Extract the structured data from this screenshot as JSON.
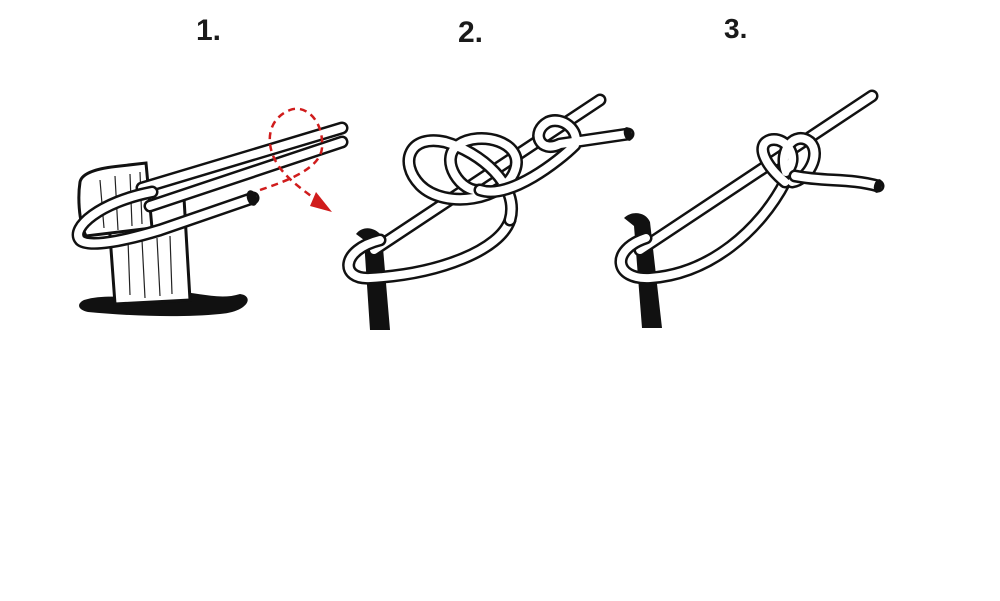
{
  "steps": [
    {
      "label": "1."
    },
    {
      "label": "2."
    },
    {
      "label": "3."
    }
  ],
  "colors": {
    "ink": "#111111",
    "background": "#ffffff",
    "guide_arrow": "#d01c1c"
  }
}
